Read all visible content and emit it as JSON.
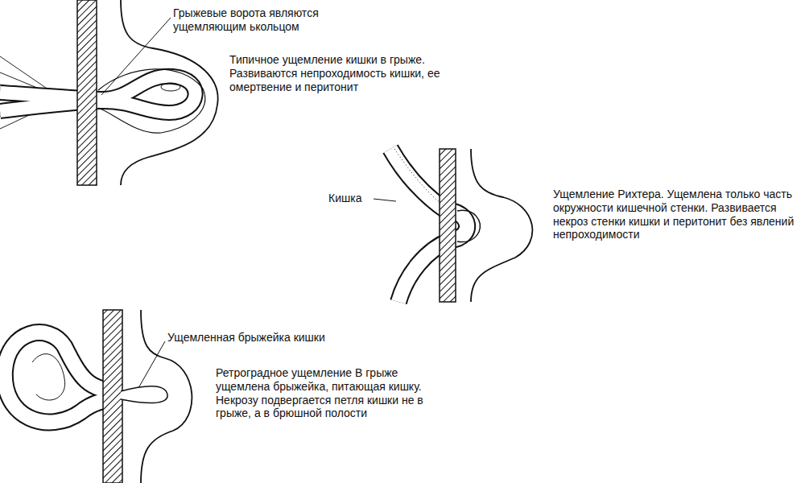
{
  "diagram": {
    "labels": [
      "Грыжевые ворота являются ущемляющим ькольцом",
      "Типичное ущемление кишки в грыже. Развиваются непроходимость кишки, ее омертвение и перитонит",
      "Кишка",
      "Ущемление Рихтера. Ущемлена только часть окружности кишечной стенки. Развивается некроз стенки кишки и перитонит без явлений непроходимости",
      "Ущемленная брыжейка кишки",
      "Ретроградное ущемление  В грыже ущемлена брыжейка, питающая кишку. Некрозу подвергается петля кишки не в грыже, а в брюшной полости"
    ]
  }
}
